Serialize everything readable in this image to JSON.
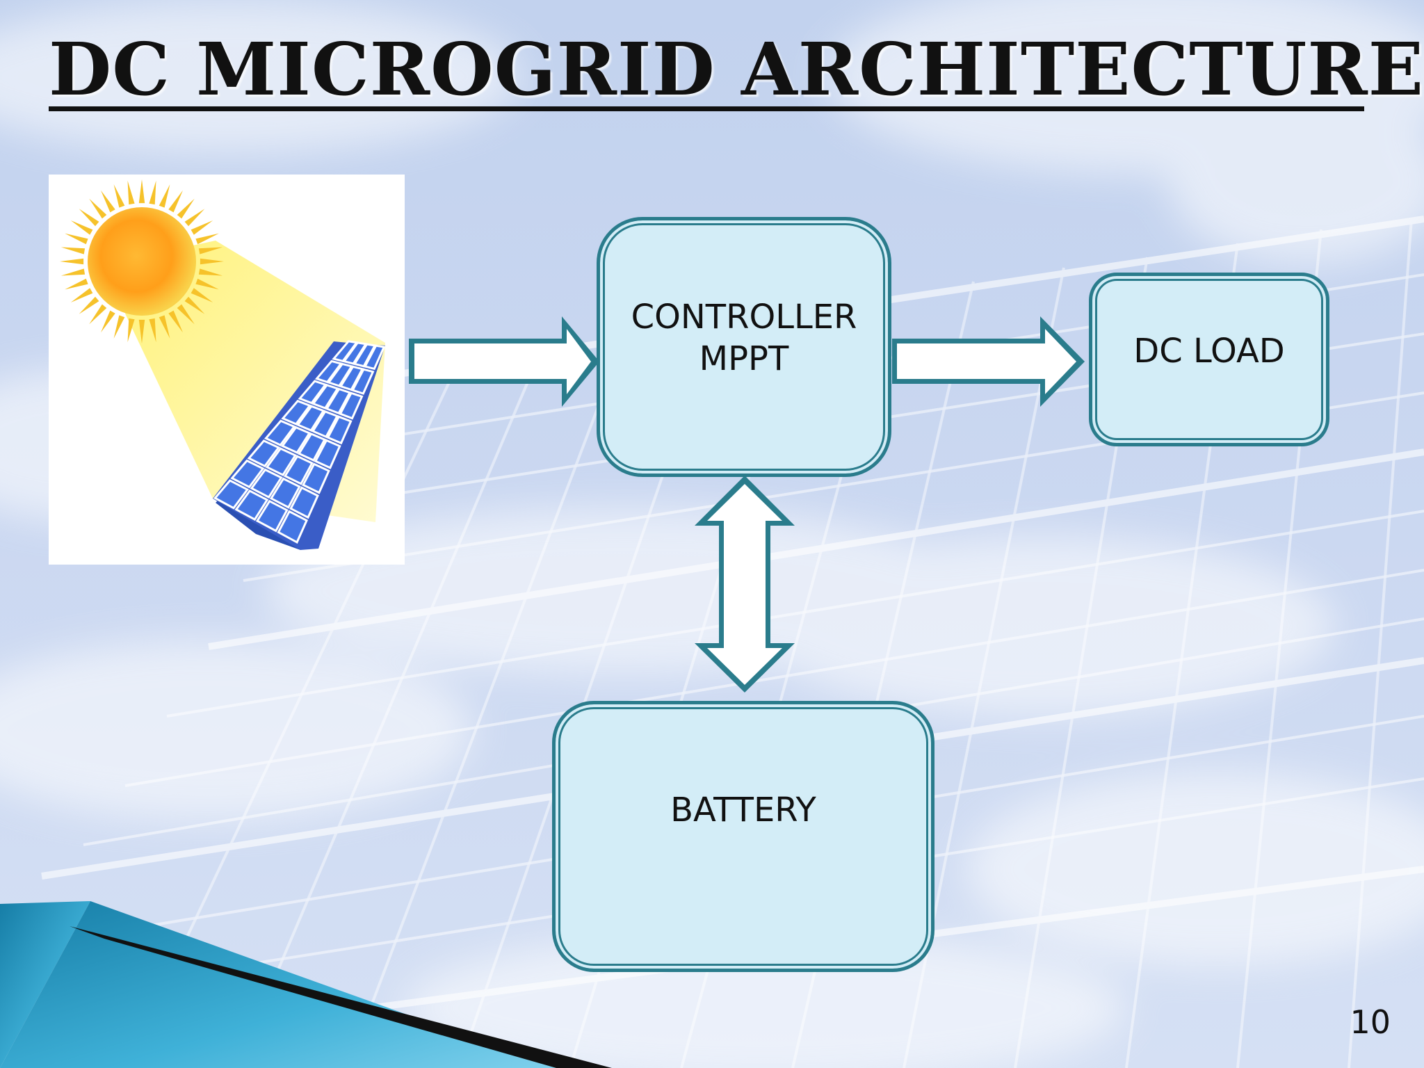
{
  "slide": {
    "title": "DC MICROGRID ARCHITECTURE",
    "page_number": "10"
  },
  "blocks": {
    "controller": [
      "CONTROLLER",
      "MPPT"
    ],
    "load": "DC LOAD",
    "battery": "BATTERY"
  },
  "icons": {
    "illustration": "solar-panel-with-sun-icon",
    "flow_right": "block-arrow-right-icon",
    "flow_bidirectional": "block-arrow-up-down-icon"
  },
  "colors": {
    "block_fill": "#d3edf7",
    "block_border": "#2a7c8c",
    "arrow_fill": "#ffffff",
    "sky": "#c9d8f0",
    "panel_blue": "#3f6ee0",
    "sun": "#f7a21b",
    "corner_accent": "#1f8fb8"
  }
}
